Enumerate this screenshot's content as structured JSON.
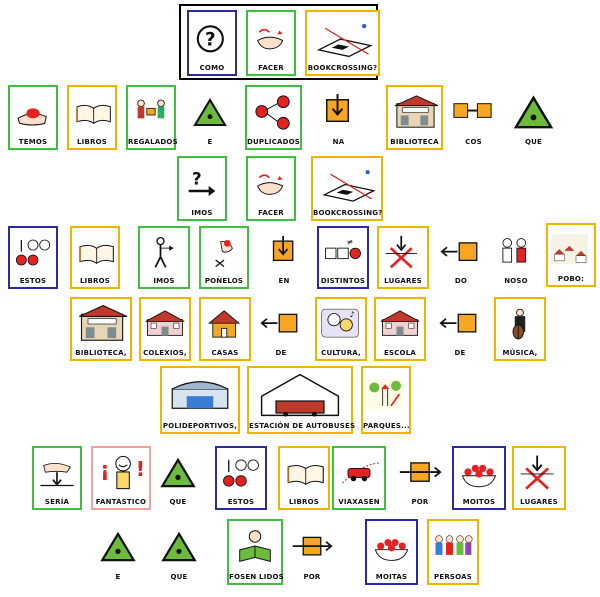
{
  "board": {
    "rows": [
      {
        "cards": [
          {
            "label": "COMO",
            "border": "blue",
            "icon": "question-icon"
          },
          {
            "label": "FACER",
            "border": "green",
            "icon": "hand-action-icon"
          },
          {
            "label": "BOOKCROSSING?",
            "border": "yellow",
            "icon": "book-map-icon"
          }
        ]
      },
      {
        "cards": [
          {
            "label": "TEMOS",
            "border": "green",
            "icon": "hand-holding-icon"
          },
          {
            "label": "LIBROS",
            "border": "yellow",
            "icon": "book-open-icon"
          },
          {
            "label": "REGALADOS",
            "border": "green",
            "icon": "gift-giving-icon"
          },
          {
            "label": "E",
            "border": "none",
            "icon": "green-triangle-icon"
          },
          {
            "label": "DUPLICADOS",
            "border": "green",
            "icon": "duplicate-dots-icon"
          },
          {
            "label": "NA",
            "border": "none",
            "icon": "orange-box-arrow-in-icon"
          },
          {
            "label": "BIBLIOTECA",
            "border": "yellow",
            "icon": "library-building-icon"
          },
          {
            "label": "COS",
            "border": "none",
            "icon": "orange-link-icon"
          },
          {
            "label": "QUE",
            "border": "none",
            "icon": "green-triangle-icon"
          }
        ]
      },
      {
        "cards": [
          {
            "label": "IMOS",
            "border": "green",
            "icon": "question-arrow-icon"
          },
          {
            "label": "FACER",
            "border": "green",
            "icon": "hand-action-icon"
          },
          {
            "label": "BOOKCROSSING?",
            "border": "yellow",
            "icon": "book-map-icon"
          }
        ]
      },
      {
        "cards": [
          {
            "label": "ESTOS",
            "border": "blue",
            "icon": "dots-this-icon"
          },
          {
            "label": "LIBROS",
            "border": "yellow",
            "icon": "book-open-icon"
          },
          {
            "label": "IMOS",
            "border": "green",
            "icon": "walking-person-icon"
          },
          {
            "label": "POÑELOS",
            "border": "green",
            "icon": "placing-hand-icon"
          },
          {
            "label": "EN",
            "border": "none",
            "icon": "orange-box-arrow-in-icon"
          },
          {
            "label": "DISTINTOS",
            "border": "blue",
            "icon": "distinct-squares-icon"
          },
          {
            "label": "LUGARES",
            "border": "yellow",
            "icon": "red-x-place-icon"
          },
          {
            "label": "DO",
            "border": "none",
            "icon": "orange-arrow-left-icon"
          },
          {
            "label": "NOSO",
            "border": "none",
            "icon": "two-people-icon"
          },
          {
            "label": "POBO:",
            "border": "yellow",
            "icon": "village-icon"
          }
        ]
      },
      {
        "cards": [
          {
            "label": "BIBLIOTECA,",
            "border": "yellow",
            "icon": "library-building-icon"
          },
          {
            "label": "COLEXIOS,",
            "border": "yellow",
            "icon": "school-icon"
          },
          {
            "label": "CASAS",
            "border": "yellow",
            "icon": "house-icon"
          },
          {
            "label": "DE",
            "border": "none",
            "icon": "orange-arrow-left-icon"
          },
          {
            "label": "CULTURA,",
            "border": "yellow",
            "icon": "culture-masks-icon"
          },
          {
            "label": "ESCOLA",
            "border": "yellow",
            "icon": "school-icon"
          },
          {
            "label": "DE",
            "border": "none",
            "icon": "orange-arrow-left-icon"
          },
          {
            "label": "MÚSICA,",
            "border": "yellow",
            "icon": "cello-player-icon"
          }
        ]
      },
      {
        "cards": [
          {
            "label": "POLIDEPORTIVOS,",
            "border": "yellow",
            "icon": "sports-hall-icon"
          },
          {
            "label": "ESTACIÓN DE AUTOBUSES",
            "border": "yellow",
            "icon": "bus-station-icon"
          },
          {
            "label": "PARQUES...",
            "border": "yellow",
            "icon": "park-icon"
          }
        ]
      },
      {
        "cards": [
          {
            "label": "SERÍA",
            "border": "green",
            "icon": "hand-down-icon"
          },
          {
            "label": "FANTÁSTICO",
            "border": "pink",
            "icon": "happy-person-icon"
          },
          {
            "label": "QUE",
            "border": "none",
            "icon": "green-triangle-icon"
          },
          {
            "label": "ESTOS",
            "border": "blue",
            "icon": "dots-this-icon"
          },
          {
            "label": "LIBROS",
            "border": "yellow",
            "icon": "book-open-icon"
          },
          {
            "label": "VIAXASEN",
            "border": "green",
            "icon": "car-travel-icon"
          },
          {
            "label": "POR",
            "border": "none",
            "icon": "orange-arrow-through-icon"
          },
          {
            "label": "MOITOS",
            "border": "blue",
            "icon": "bowl-many-icon"
          },
          {
            "label": "LUGARES",
            "border": "yellow",
            "icon": "red-x-place-icon"
          }
        ]
      },
      {
        "cards": [
          {
            "label": "E",
            "border": "none",
            "icon": "green-triangle-icon"
          },
          {
            "label": "QUE",
            "border": "none",
            "icon": "green-triangle-icon"
          },
          {
            "label": "FOSEN LIDOS",
            "border": "green",
            "icon": "child-reading-icon"
          },
          {
            "label": "POR",
            "border": "none",
            "icon": "orange-arrow-through-icon"
          },
          {
            "label": "MOITAS",
            "border": "blue",
            "icon": "bowl-many-icon"
          },
          {
            "label": "PERSOAS",
            "border": "yellow",
            "icon": "crowd-people-icon"
          }
        ]
      }
    ]
  }
}
